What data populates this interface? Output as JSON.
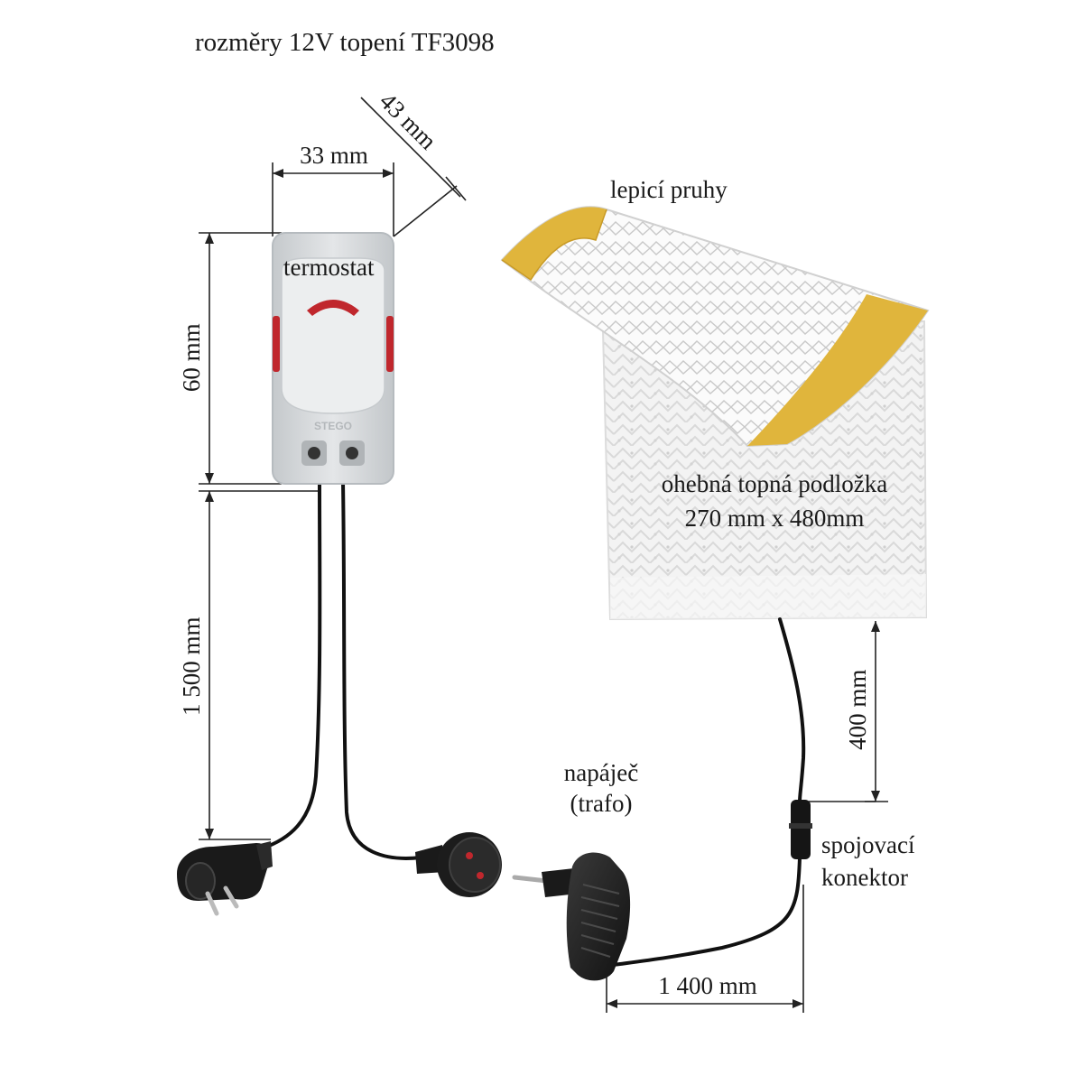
{
  "title": "rozměry 12V topení  TF3098",
  "thermostat": {
    "label": "termostat",
    "brand": "STEGO",
    "width_label": "33 mm",
    "depth_label": "43 mm",
    "height_label": "60 mm"
  },
  "heating_pad": {
    "adhesive_label": "lepicí pruhy",
    "name": "ohebná topná podložka",
    "size": "270 mm x 480mm"
  },
  "cables": {
    "thermostat_cable_label": "1 500 mm",
    "pad_cable_label": "400 mm",
    "adapter_cable_label": "1 400 mm"
  },
  "adapter": {
    "label_line1": "napáječ",
    "label_line2": "(trafo)"
  },
  "connector": {
    "label_line1": "spojovací",
    "label_line2": "konektor"
  },
  "colors": {
    "adhesive_strip": "#e0b53c",
    "thermostat_body": "#d7dadc",
    "red_accent": "#c0272d",
    "cable": "#111111"
  }
}
